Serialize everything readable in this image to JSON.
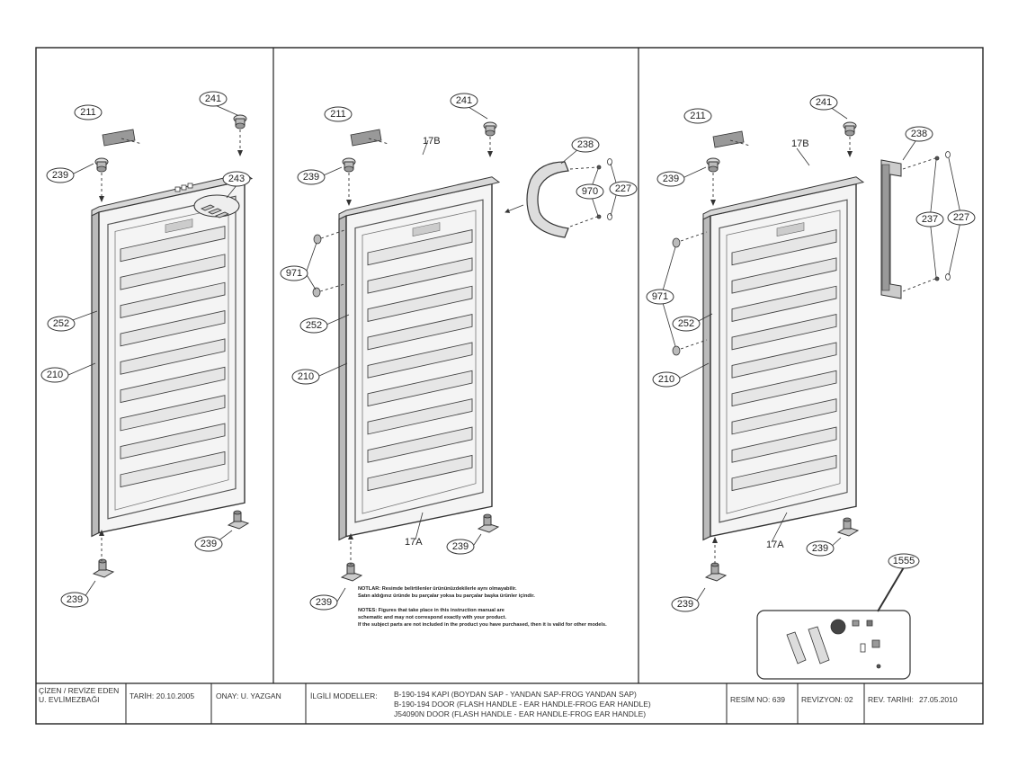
{
  "labels": {
    "p211": "211",
    "p241": "241",
    "p239": "239",
    "p243": "243",
    "p252": "252",
    "p210": "210",
    "p971": "971",
    "p238": "238",
    "p970": "970",
    "p227": "227",
    "p237": "237",
    "p1555": "1555",
    "p17b": "17B",
    "p17a": "17A"
  },
  "notes": {
    "tr_title": "NOTLAR: Resimde belirtilenler ürününüzdekilerle aynı olmayabilir.",
    "tr_line": "Satın aldığınız üründe bu parçalar yoksa bu parçalar başka ürünler içindir.",
    "en_title": "NOTES: Figures that take place in this instruction manual are",
    "en_line1": "schematic and may not correspond exactly with your product.",
    "en_line2": "If the subject parts are not included in the product you have purchased, then it is valid for other models."
  },
  "title_block": {
    "drawn_by_label": "ÇİZEN / REVİZE EDEN",
    "drawn_by_name": "U. EVLİMEZBAĞI",
    "date_label": "TARİH: 20.10.2005",
    "approval": "ONAY: U. YAZGAN",
    "models_label": "İLGİLİ MODELLER:",
    "model_line1": "B-190-194 KAPI (BOYDAN SAP - YANDAN SAP-FROG YANDAN SAP)",
    "model_line2": "B-190-194 DOOR (FLASH HANDLE - EAR HANDLE-FROG EAR HANDLE)",
    "model_line3": "J54090N DOOR (FLASH HANDLE - EAR HANDLE-FROG EAR HANDLE)",
    "drawing_no": "RESİM NO: 639",
    "revision": "REVİZYON: 02",
    "revision_date_label": "REV. TARİHİ:",
    "revision_date": "27.05.2010"
  }
}
